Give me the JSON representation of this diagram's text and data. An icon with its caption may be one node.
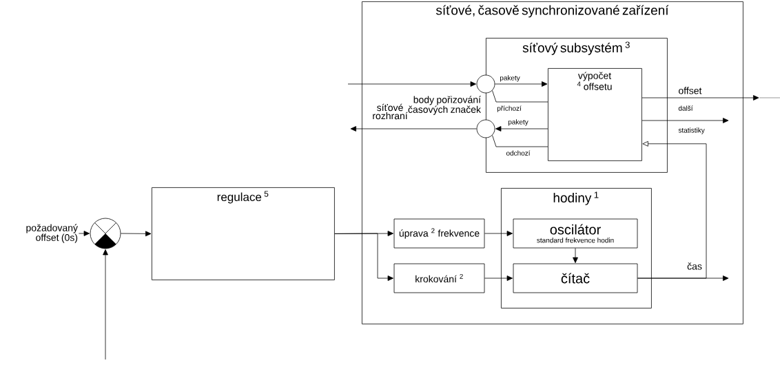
{
  "diagram": {
    "nodes": [
      {
        "text": [
          "síťové, časově synchronizované zařízení"
        ]
      },
      {
        "text": [
          "síťový subsystém $^{3}$"
        ],
        "in": 0
      },
      {
        "text": [
          "výpočet $^{4}$ offsetu"
        ],
        "in": 1
      },
      {
        "text": [],
        "shape": "circle",
        "in": 0
      },
      {
        "text": [],
        "shape": "circle",
        "in": 0
      },
      {
        "text": [
          "regulace $^{5}$"
        ]
      },
      {
        "text": [
          "hodiny $^{1}$"
        ],
        "in": 0
      },
      {
        "text": [
          "úprava $^{2}$ frekvence"
        ],
        "in": 0
      },
      {
        "text": [
          "krokování $^{2}$"
        ],
        "in": 0
      },
      {
        "text": [
          "oscilátor",
          "standard frekvence hodin"
        ],
        "in": 6
      },
      {
        "text": [
          "čítač"
        ],
        "in": 6
      },
      {
        "text": [],
        "shape": "circle"
      },
      {
        "text": [
          "požadovaný offset (0s)"
        ]
      }
    ],
    "edges": [
      {
        "from": 12,
        "to": 11,
        "arrow": "to"
      },
      {
        "from": 11,
        "to": 5,
        "arrow": "to"
      },
      {
        "from": null,
        "to": 11,
        "arrow": "to"
      },
      {
        "from": 5,
        "to": 7,
        "arrow": "to"
      },
      {
        "from": 5,
        "to": 8,
        "arrow": "to"
      },
      {
        "from": 7,
        "to": 9,
        "arrow": "to"
      },
      {
        "from": 8,
        "to": 10,
        "arrow": "to"
      },
      {
        "from": 9,
        "to": 10,
        "arrow": "to"
      },
      {
        "from": 10,
        "to": null,
        "arrow": "to",
        "label": "čas"
      },
      {
        "from": 10,
        "to": 2,
        "arrow": "to"
      },
      {
        "from": null,
        "to": 3,
        "arrow": "to"
      },
      {
        "from": 3,
        "to": 2,
        "arrow": "to",
        "label": "pakety"
      },
      {
        "from": 3,
        "to": 2,
        "arrow": "none",
        "label": "příchozí"
      },
      {
        "from": 2,
        "to": 4,
        "arrow": "to",
        "label": "pakety"
      },
      {
        "from": 4,
        "to": 2,
        "arrow": "none",
        "label": "odchozí"
      },
      {
        "from": 4,
        "to": null,
        "arrow": "to"
      },
      {
        "from": 2,
        "to": null,
        "arrow": "to",
        "label": "offset"
      },
      {
        "from": 2,
        "to": null,
        "arrow": "to"
      }
    ],
    "labels": [
      "síťové rozhraní",
      "body pořizování časových značek",
      "další",
      "statistiky"
    ]
  }
}
